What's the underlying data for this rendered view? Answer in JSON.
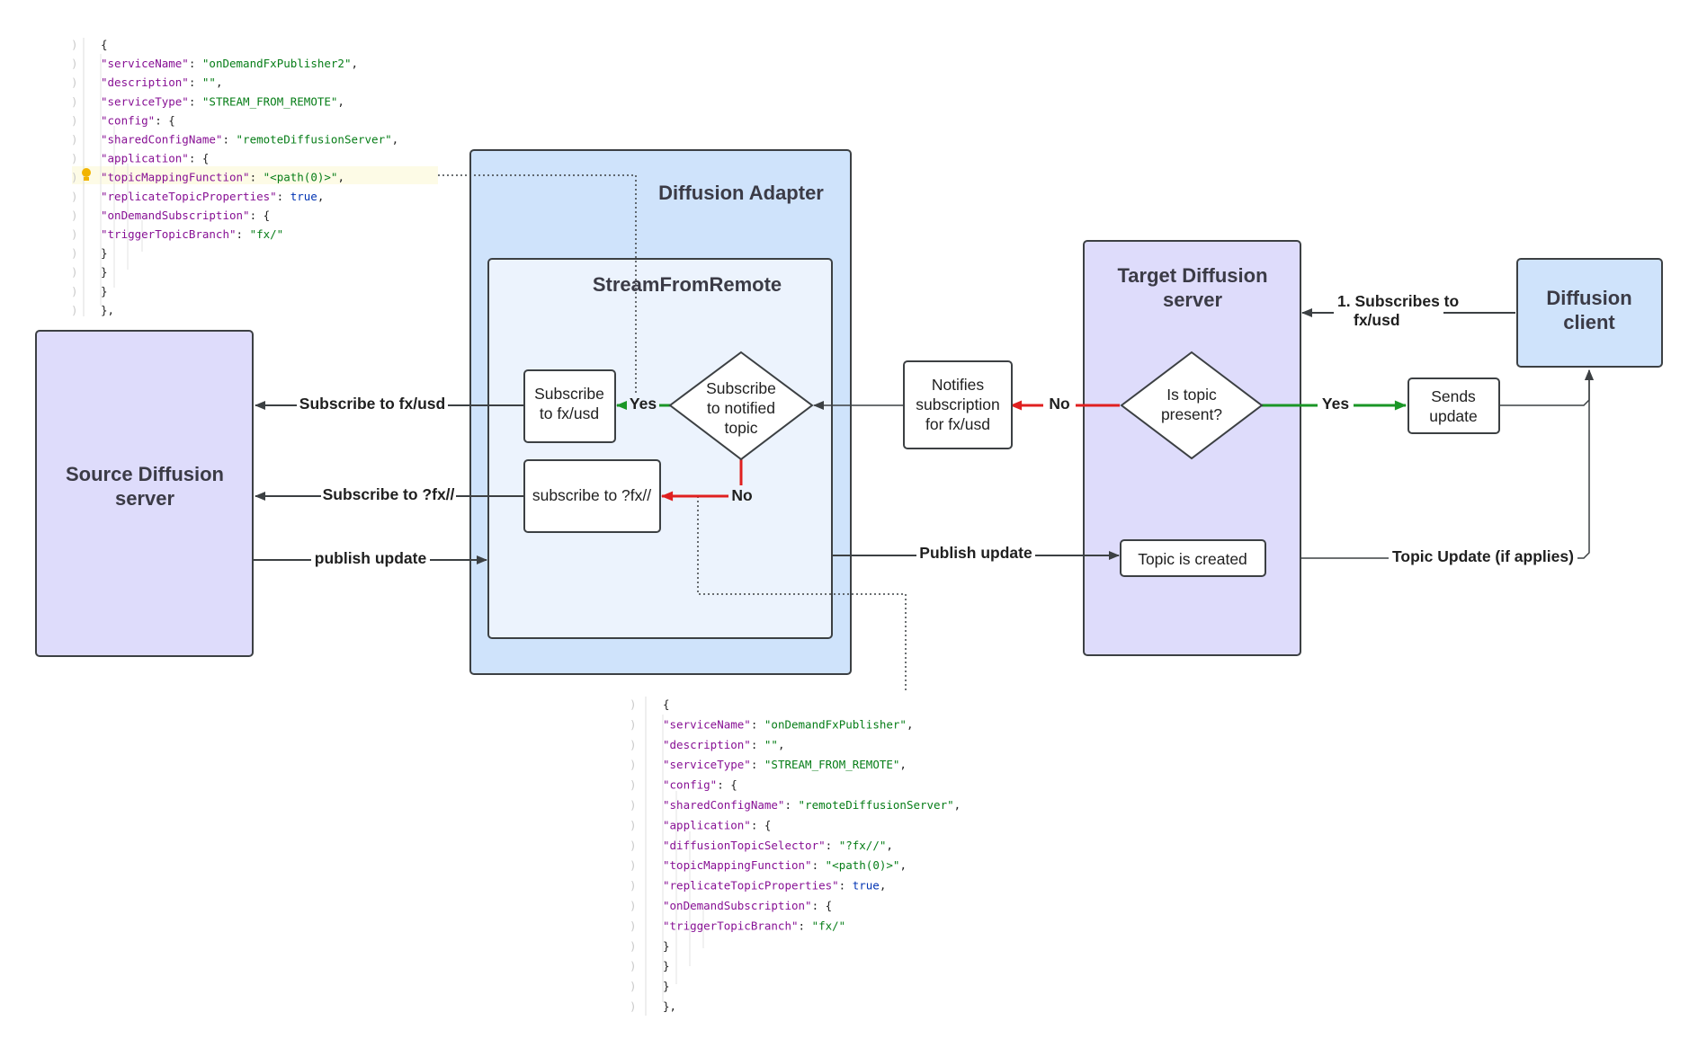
{
  "colors": {
    "adapter_fill": "#cfe3fb",
    "inner_fill": "#ecf3fd",
    "server_fill": "#dedcfb",
    "edge_gray": "#3c4043",
    "edge_red": "#e02020",
    "edge_green": "#1a9626",
    "string": "#067d17",
    "key": "#871094",
    "keyword": "#0033b3"
  },
  "containers": {
    "adapter_title": "Diffusion Adapter",
    "stream_title": "StreamFromRemote",
    "source_title": [
      "Source Diffusion",
      "server"
    ],
    "target_title": [
      "Target Diffusion",
      "server"
    ],
    "client_title": [
      "Diffusion",
      "client"
    ]
  },
  "nodes": {
    "subscribe_fxusd": [
      "Subscribe",
      "to fx/usd"
    ],
    "subscribe_notified": [
      "Subscribe",
      "to notified",
      "topic"
    ],
    "subscribe_wildcard": "subscribe to ?fx//",
    "notifies": [
      "Notifies",
      "subscription",
      "for fx/usd"
    ],
    "is_topic_present": [
      "Is topic",
      "present?"
    ],
    "sends_update": [
      "Sends",
      "update"
    ],
    "topic_created": "Topic is created"
  },
  "edges": {
    "subscribe_fxusd": "Subscribe to fx/usd",
    "subscribe_wildcard": "Subscribe to ?fx//",
    "publish_update_in": "publish update",
    "publish_update_out": "Publish update",
    "topic_update": "Topic Update (if applies)",
    "yes_left": "Yes",
    "no_down": "No",
    "no_left": "No",
    "yes_right": "Yes",
    "client_subscribes": [
      "1. Subscribes to",
      "fx/usd"
    ]
  },
  "code_top": [
    "{",
    "  \"serviceName\": \"onDemandFxPublisher2\",",
    "  \"description\": \"\",",
    "  \"serviceType\": \"STREAM_FROM_REMOTE\",",
    "  \"config\": {",
    "    \"sharedConfigName\": \"remoteDiffusionServer\",",
    "    \"application\": {",
    "      \"topicMappingFunction\": \"<path(0)>\",",
    "      \"replicateTopicProperties\": true,",
    "      \"onDemandSubscription\": {",
    "        \"triggerTopicBranch\": \"fx/\"",
    "      }",
    "    }",
    "  }",
    "},"
  ],
  "code_bottom": [
    "{",
    "  \"serviceName\": \"onDemandFxPublisher\",",
    "  \"description\": \"\",",
    "  \"serviceType\": \"STREAM_FROM_REMOTE\",",
    "  \"config\": {",
    "    \"sharedConfigName\": \"remoteDiffusionServer\",",
    "    \"application\": {",
    "      \"diffusionTopicSelector\": \"?fx//\",",
    "      \"topicMappingFunction\": \"<path(0)>\",",
    "      \"replicateTopicProperties\": true,",
    "      \"onDemandSubscription\": {",
    "        \"triggerTopicBranch\": \"fx/\"",
    "      }",
    "    }",
    "  }",
    "},"
  ]
}
